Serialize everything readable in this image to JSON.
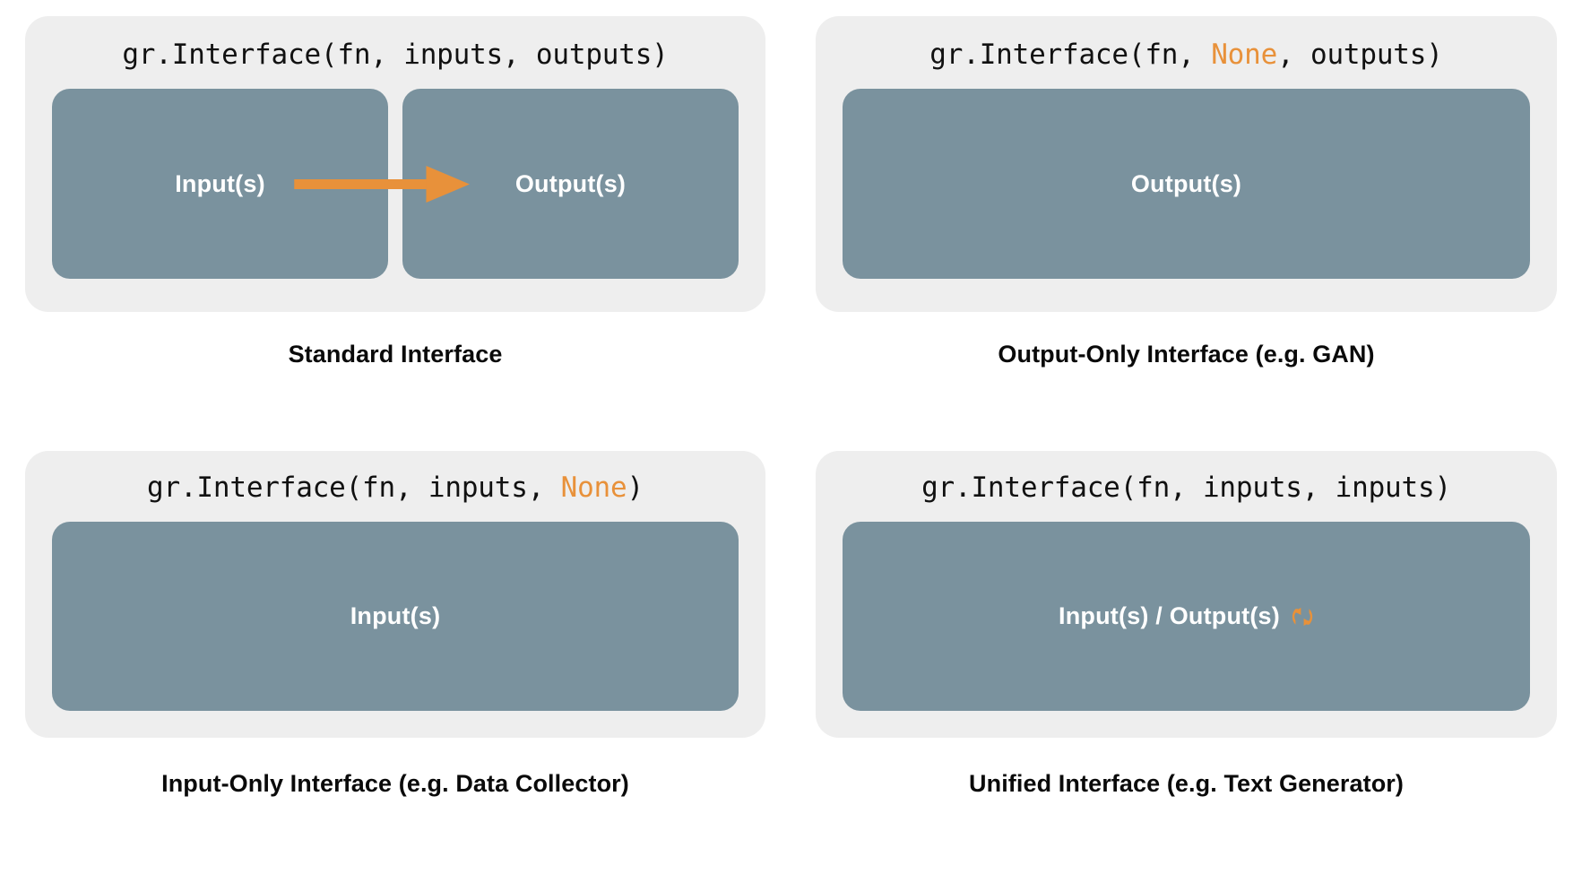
{
  "colors": {
    "background": "#ffffff",
    "panel_background": "#eeeeee",
    "box_fill": "#7a929e",
    "accent_orange": "#e8913a",
    "arrow_orange": "#e8913a",
    "text_dark": "#0a0a0a",
    "text_on_box": "#ffffff"
  },
  "quadrants": [
    {
      "id": "standard-interface",
      "code": {
        "prefix": "gr.Interface(fn, inputs, outputs)",
        "segments": [
          {
            "text": "gr.Interface(fn, inputs, outputs)",
            "highlight": false
          }
        ]
      },
      "boxes": [
        {
          "label": "Input(s)",
          "icon": null
        },
        {
          "label": "Output(s)",
          "icon": null
        }
      ],
      "arrow": {
        "present": true,
        "direction": "right",
        "color": "#e8913a"
      },
      "caption": "Standard Interface"
    },
    {
      "id": "output-only-interface",
      "code": {
        "segments": [
          {
            "text": "gr.Interface(fn, ",
            "highlight": false
          },
          {
            "text": "None",
            "highlight": true
          },
          {
            "text": ", outputs)",
            "highlight": false
          }
        ]
      },
      "boxes": [
        {
          "label": "Output(s)",
          "icon": null
        }
      ],
      "arrow": {
        "present": false
      },
      "caption": "Output-Only Interface (e.g. GAN)"
    },
    {
      "id": "input-only-interface",
      "code": {
        "segments": [
          {
            "text": "gr.Interface(fn, inputs, ",
            "highlight": false
          },
          {
            "text": "None",
            "highlight": true
          },
          {
            "text": ")",
            "highlight": false
          }
        ]
      },
      "boxes": [
        {
          "label": "Input(s)",
          "icon": null
        }
      ],
      "arrow": {
        "present": false
      },
      "caption": "Input-Only Interface (e.g. Data Collector)"
    },
    {
      "id": "unified-interface",
      "code": {
        "segments": [
          {
            "text": "gr.Interface(fn, inputs, inputs)",
            "highlight": false
          }
        ]
      },
      "boxes": [
        {
          "label": "Input(s) / Output(s)",
          "icon": "cycle-arrows-icon"
        }
      ],
      "arrow": {
        "present": false
      },
      "caption": "Unified Interface (e.g. Text Generator)"
    }
  ],
  "code_text": {
    "q1_full": "gr.Interface(fn, inputs, outputs)",
    "q2_a": "gr.Interface(fn, ",
    "q2_none": "None",
    "q2_b": ", outputs)",
    "q3_a": "gr.Interface(fn, inputs, ",
    "q3_none": "None",
    "q3_b": ")",
    "q4_full": "gr.Interface(fn, inputs, inputs)"
  },
  "labels": {
    "inputs": "Input(s)",
    "outputs": "Output(s)",
    "unified": "Input(s) / Output(s)"
  },
  "captions": {
    "standard": "Standard Interface",
    "output_only": "Output-Only Interface (e.g. GAN)",
    "input_only": "Input-Only Interface (e.g. Data Collector)",
    "unified": "Unified Interface (e.g. Text Generator)"
  }
}
